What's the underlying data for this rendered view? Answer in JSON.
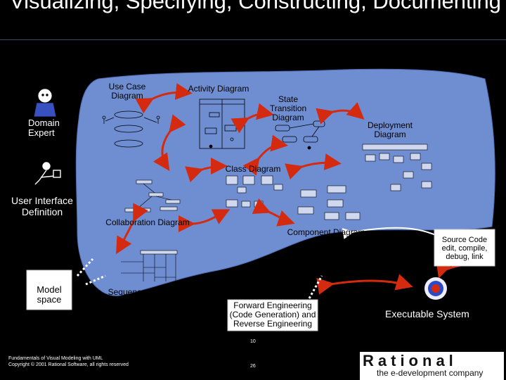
{
  "title": "Visualizing, Specifying, Constructing, Documenting",
  "diagram": {
    "use_case": "Use Case Diagram",
    "activity": "Activity Diagram",
    "state_transition": "State Transition Diagram",
    "deployment": "Deployment Diagram",
    "class": "Class Diagram",
    "collaboration": "Collaboration Diagram",
    "component": "Component Diagram",
    "sequence": "Sequence Diagram"
  },
  "roles": {
    "domain_expert": "Domain Expert",
    "ui_definition": "User Interface Definition",
    "model_space": "Model space"
  },
  "notes": {
    "forward_engineering": "Forward Engineering (Code Generation) and Reverse Engineering",
    "source_code": "Source Code edit, compile, debug, link",
    "executable": "Executable System"
  },
  "footer": {
    "course": "Fundamentals of Visual Modeling with UML",
    "copyright": "Copyright © 2001 Rational Software, all rights reserved",
    "slide": "10",
    "page": "26"
  },
  "logo": {
    "name": "Rational",
    "tagline": "the e-development company"
  },
  "colors": {
    "background": "#000000",
    "model_area": "#6f8ed2",
    "arrow": "#d42a10",
    "note_border": "#c8c8c8"
  }
}
